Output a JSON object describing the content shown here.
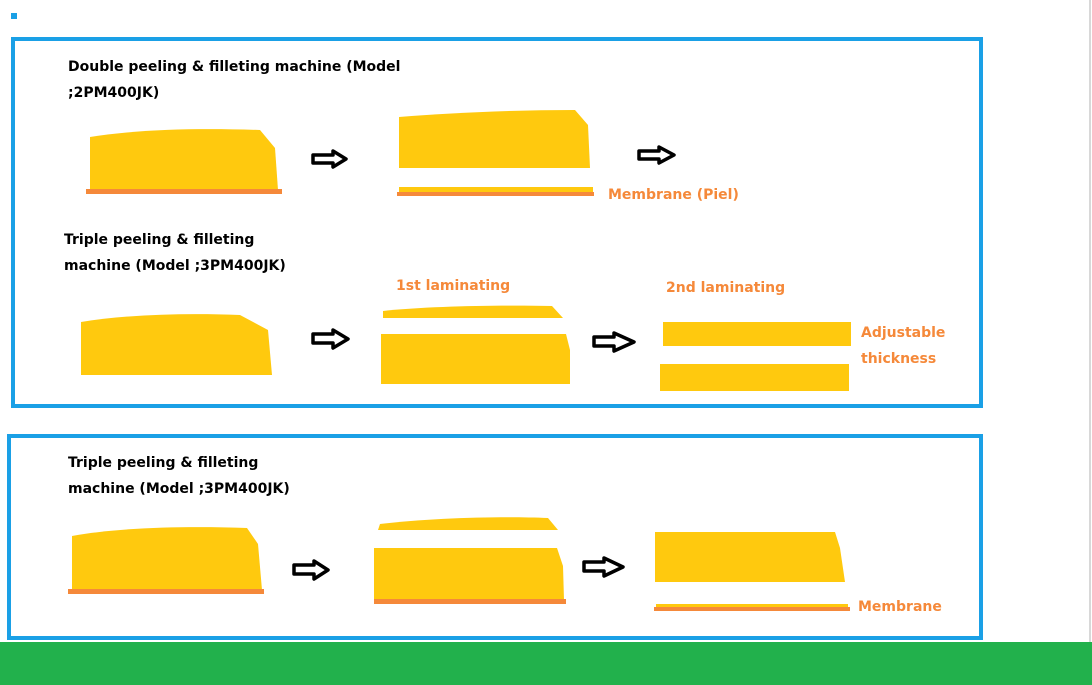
{
  "colors": {
    "panel_border": "#1aa0e6",
    "fish_fill": "#ffc90e",
    "membrane": "#f5893a",
    "arrow_outline": "#000000",
    "footer": "#22b14c"
  },
  "panel1": {
    "title_double": "Double peeling & filleting machine (Model\n;2PM400JK)",
    "membrane_label": "Membrane (Piel)",
    "title_triple": "Triple peeling & filleting\nmachine (Model ;3PM400JK)",
    "first_laminating": "1st laminating",
    "second_laminating": "2nd laminating",
    "adjustable": "Adjustable\nthickness"
  },
  "panel2": {
    "title_triple": "Triple peeling & filleting\nmachine (Model ;3PM400JK)",
    "membrane_label": "Membrane"
  },
  "icons": [
    "arrow-right-icon"
  ]
}
